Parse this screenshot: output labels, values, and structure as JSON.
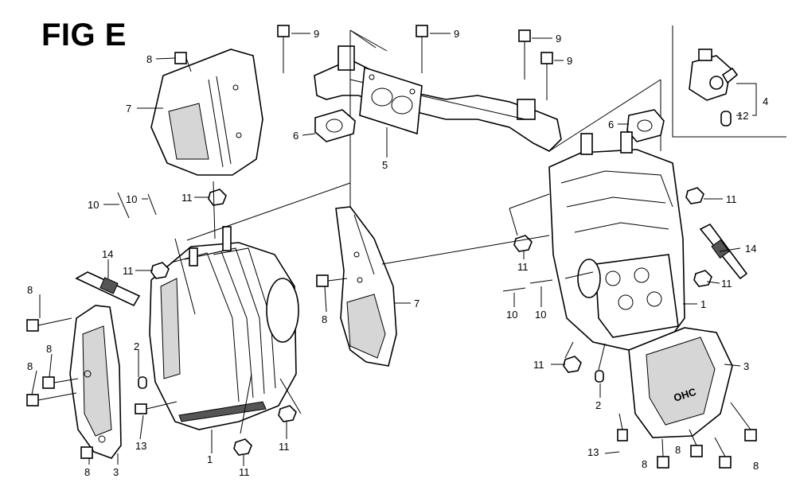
{
  "figure": {
    "title": "FIG E"
  },
  "callouts": {
    "c1a": "1",
    "c1b": "1",
    "c2a": "2",
    "c2b": "2",
    "c3a": "3",
    "c3b": "3",
    "c4": "4",
    "c5": "5",
    "c6a": "6",
    "c6b": "6",
    "c7a": "7",
    "c7b": "7",
    "c8a": "8",
    "c8b": "8",
    "c8c": "8",
    "c8d": "8",
    "c8e": "8",
    "c8f": "8",
    "c8g": "8",
    "c8h": "8",
    "c8i": "8",
    "c9a": "9",
    "c9b": "9",
    "c9c": "9",
    "c9d": "9",
    "c10a": "10",
    "c10b": "10",
    "c10c": "10",
    "c10d": "10",
    "c11a": "11",
    "c11b": "11",
    "c11c": "11",
    "c11d": "11",
    "c11e": "11",
    "c11f": "11",
    "c11g": "11",
    "c11h": "11",
    "c12": "12",
    "c13a": "13",
    "c13b": "13",
    "c14a": "14",
    "c14b": "14"
  },
  "parts": {
    "rocker_cover_logo": "OHC"
  }
}
